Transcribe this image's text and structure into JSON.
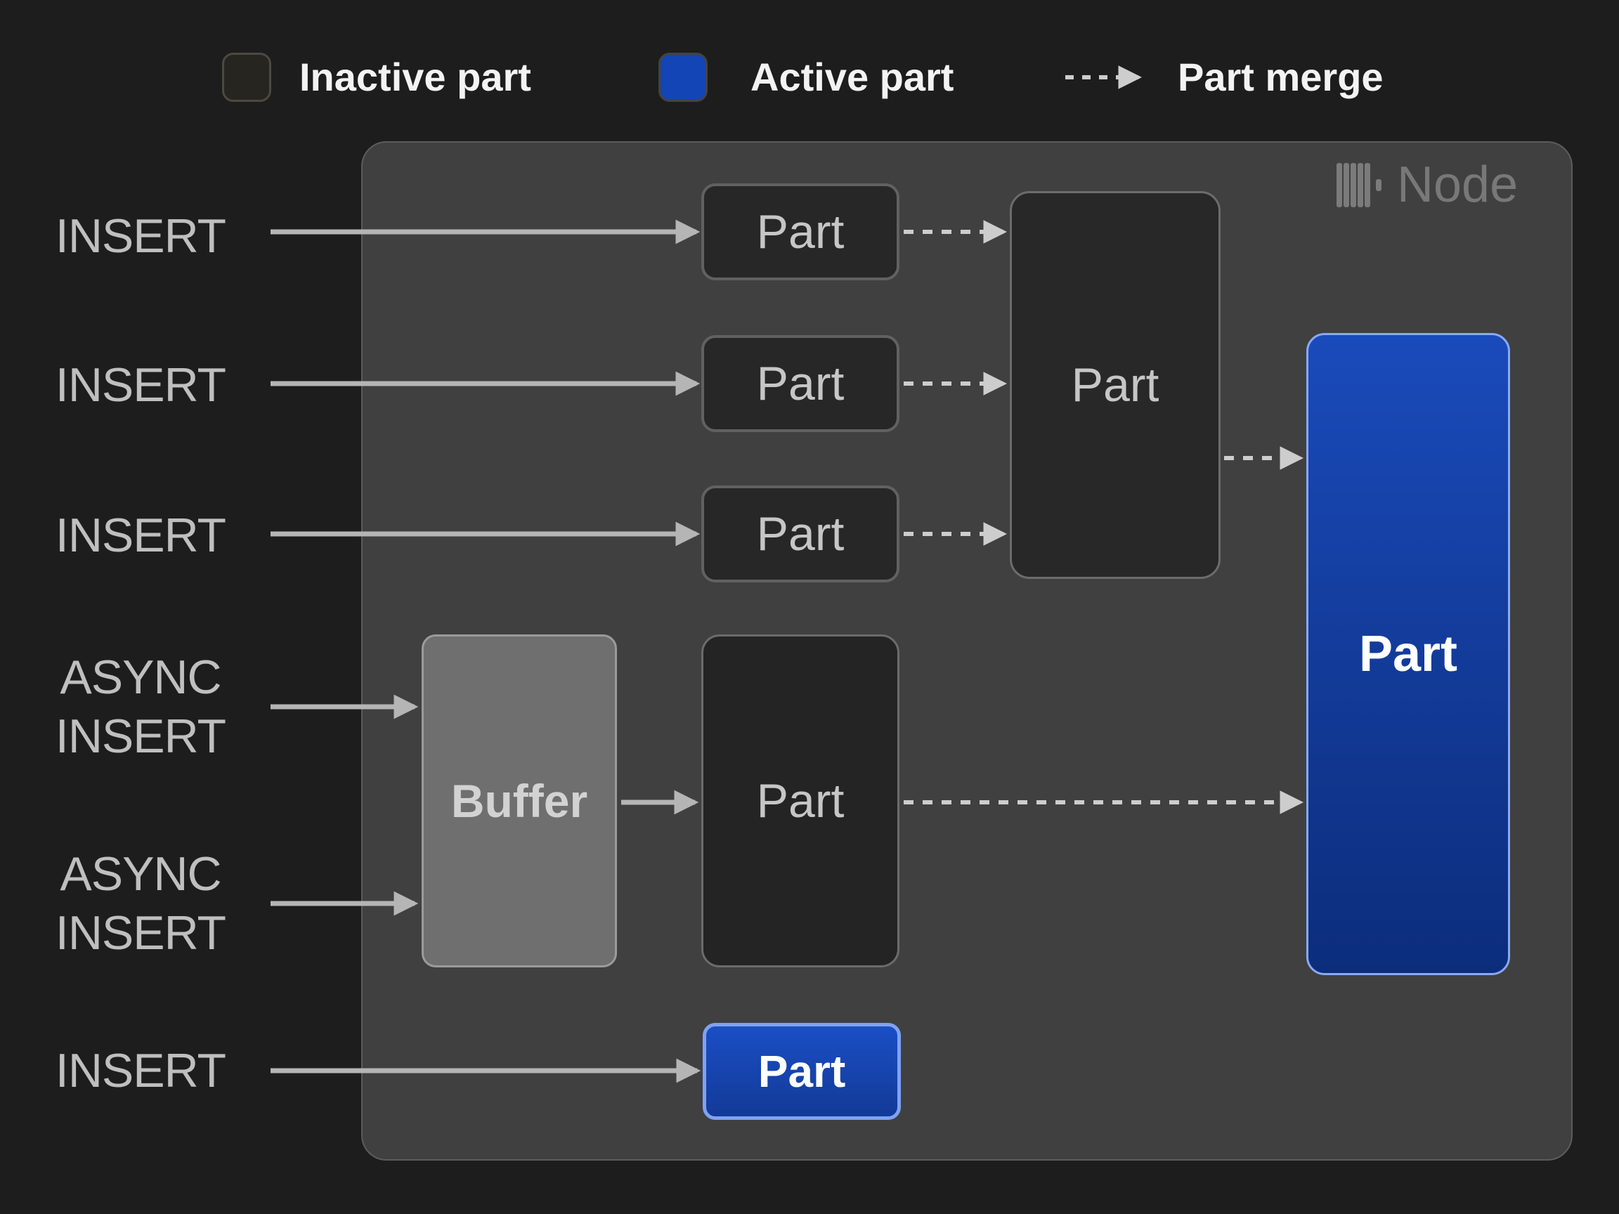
{
  "colors": {
    "page_bg": "#1d1d1d",
    "node_bg": "#404040",
    "node_border": "#5c5c5c",
    "inactive_part_fill": "#26251f",
    "inactive_part_border": "#4b4a42",
    "active_blue": "#1445b6",
    "blue_gradient_top": "#1a4bbb",
    "blue_gradient_bottom": "#0c2d7c",
    "blue_box_border": "#8aa9f4",
    "dark_box_fill": "#272727",
    "dark_box_border": "#616161",
    "buffer_fill": "#6f6f6f",
    "buffer_border": "#9b9b9b",
    "solid_arrow": "#b5b5b5",
    "dashed_arrow": "#cdcdcd",
    "insert_label_gray": "#bfbfbf",
    "box_label_gray": "#c6c6c6",
    "node_title_gray": "#787878"
  },
  "legend": {
    "inactive_label": "Inactive part",
    "active_label": "Active part",
    "merge_label": "Part merge",
    "inactive_swatch_icon": "inactive-part-swatch",
    "active_swatch_icon": "active-part-swatch",
    "merge_arrow_icon": "dashed-merge-arrow-icon"
  },
  "node": {
    "title": "Node",
    "logo_icon": "clickhouse-bars-icon"
  },
  "inputs": {
    "insert1": "INSERT",
    "insert2": "INSERT",
    "insert3": "INSERT",
    "async1_line1": "ASYNC",
    "async1_line2": "INSERT",
    "async2_line1": "ASYNC",
    "async2_line2": "INSERT",
    "insert4": "INSERT"
  },
  "boxes": {
    "part1": "Part",
    "part2": "Part",
    "part3": "Part",
    "merged_part": "Part",
    "buffer": "Buffer",
    "buffered_part": "Part",
    "active_part": "Part",
    "new_part": "Part"
  }
}
